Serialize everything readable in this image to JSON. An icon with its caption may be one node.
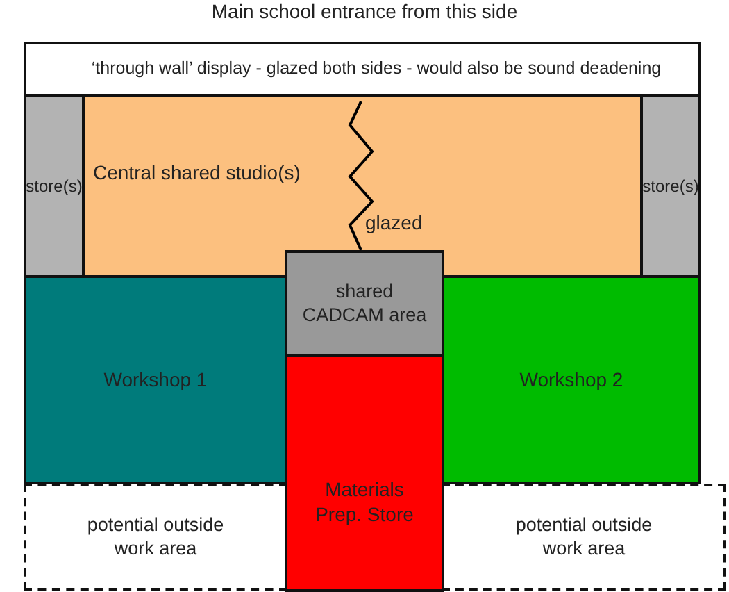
{
  "diagram": {
    "title": "Main school entrance from this side",
    "nodes": [
      {
        "text": [
          "‘through wall’ display - glazed both sides - would also be sound deadening"
        ]
      },
      {
        "text": [
          "store(s)"
        ]
      },
      {
        "text": [
          "Central shared studio(s)"
        ]
      },
      {
        "text": [
          "store(s)"
        ]
      },
      {
        "text": [
          "shared CADCAM area"
        ]
      },
      {
        "text": [
          "Workshop 1"
        ]
      },
      {
        "text": [
          "Materials Prep. Store"
        ]
      },
      {
        "text": [
          "Workshop 2"
        ]
      },
      {
        "text": [
          "potential outside work area"
        ]
      },
      {
        "text": [
          "potential outside work area"
        ]
      }
    ],
    "edges": [],
    "labels": [
      "glazed"
    ]
  }
}
